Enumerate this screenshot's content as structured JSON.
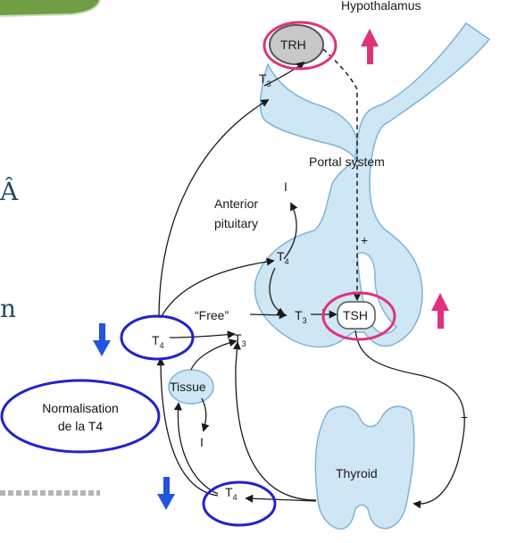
{
  "colors": {
    "organ_fill": "#cfe6f5",
    "organ_stroke": "#7fb3d6",
    "trh_fill": "#c8c8c8",
    "highlight_pink": "#e0327a",
    "highlight_blue": "#2222cc",
    "arrow_down_blue": "#2255dd",
    "arrow_up_pink": "#e0327a",
    "green_banner": "#6f9e45"
  },
  "labels": {
    "hypothalamus": "Hypothalamus",
    "trh": "TRH",
    "portal_system": "Portal system",
    "anterior": "Anterior",
    "pituitary": "pituitary",
    "free": "“Free”",
    "tsh": "TSH",
    "tissue": "Tissue",
    "thyroid": "Thyroid",
    "iodide": "I",
    "plus": "+",
    "t_base": "T",
    "sub_3": "3",
    "sub_4": "4"
  },
  "slide_text": {
    "fragment_a": "Â",
    "fragment_n": "n"
  },
  "annotation": {
    "line1": "Normalisation",
    "line2": "de la T4"
  },
  "icons": {
    "up_arrow": "arrow-up-icon",
    "down_arrow": "arrow-down-icon"
  }
}
